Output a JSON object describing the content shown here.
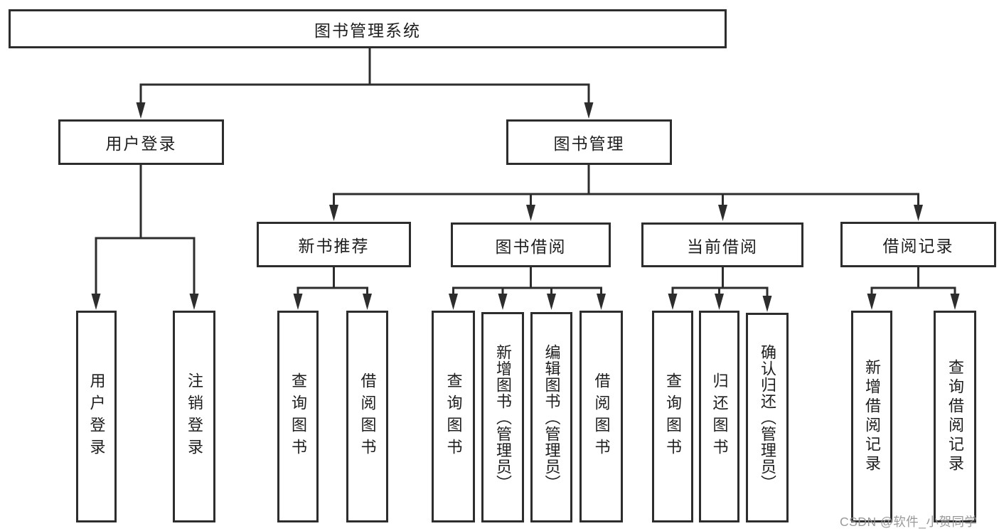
{
  "diagram": {
    "root": "图书管理系统",
    "branches": [
      {
        "label": "用户登录",
        "children": [
          {
            "label": "用户登录"
          },
          {
            "label": "注销登录"
          }
        ]
      },
      {
        "label": "图书管理",
        "children": [
          {
            "label": "新书推荐",
            "children": [
              {
                "label": "查询图书"
              },
              {
                "label": "借阅图书"
              }
            ]
          },
          {
            "label": "图书借阅",
            "children": [
              {
                "label": "查询图书"
              },
              {
                "label": "新增图书（管理员）"
              },
              {
                "label": "编辑图书（管理员）"
              },
              {
                "label": "借阅图书"
              }
            ]
          },
          {
            "label": "当前借阅",
            "children": [
              {
                "label": "查询图书"
              },
              {
                "label": "归还图书"
              },
              {
                "label": "确认归还（管理员）"
              }
            ]
          },
          {
            "label": "借阅记录",
            "children": [
              {
                "label": "新增借阅记录"
              },
              {
                "label": "查询借阅记录"
              }
            ]
          }
        ]
      }
    ]
  },
  "watermark": {
    "text": "CSDN @软件_小贺同学"
  },
  "colors": {
    "line": "#2d2d2d",
    "text": "#1e1e1e",
    "watermark": "#949494"
  }
}
